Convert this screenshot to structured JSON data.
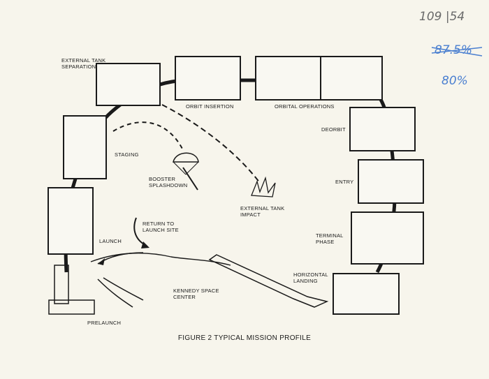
{
  "figure": {
    "caption": "FIGURE 2 TYPICAL MISSION PROFILE"
  },
  "stages": {
    "external_tank_separation": "EXTERNAL TANK\nSEPARATION",
    "orbit_insertion": "ORBIT INSERTION",
    "orbital_operations": "ORBITAL OPERATIONS",
    "deorbit": "DEORBIT",
    "entry": "ENTRY",
    "terminal_phase": "TERMINAL\nPHASE",
    "horizontal_landing": "HORIZONTAL\nLANDING",
    "staging": "STAGING",
    "booster_splashdown": "BOOSTER\nSPLASHDOWN",
    "external_tank_impact": "EXTERNAL TANK\nIMPACT",
    "return_to_launch_site": "RETURN TO\nLAUNCH SITE",
    "launch": "LAUNCH",
    "kennedy_space_center": "KENNEDY SPACE\nCENTER",
    "prelaunch": "PRELAUNCH"
  },
  "annotations": {
    "top_right_number": "109 |54",
    "crossed_out_percent": "87.5%",
    "percent": "80%"
  },
  "colors": {
    "ink": "#1a1a1a",
    "paper": "#f7f5ec",
    "pencil": "#6a6a6a",
    "blue_ink": "#4a7fd0"
  }
}
